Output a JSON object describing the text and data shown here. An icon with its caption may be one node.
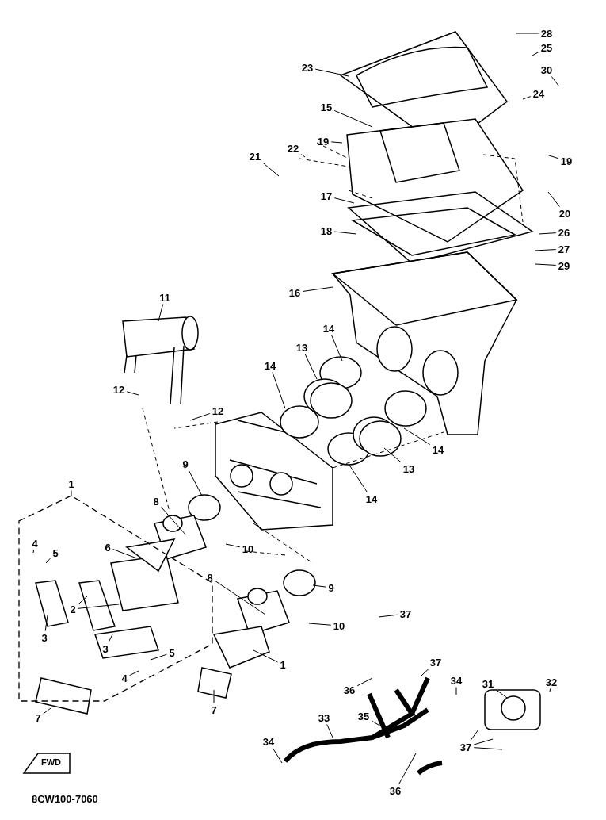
{
  "diagram": {
    "nodes": [
      {
        "text": [
          "28"
        ]
      },
      {
        "text": [
          "25"
        ]
      },
      {
        "text": [
          "23"
        ]
      },
      {
        "text": [
          "30"
        ]
      },
      {
        "text": [
          "24"
        ]
      },
      {
        "text": [
          "15"
        ]
      },
      {
        "text": [
          "19"
        ]
      },
      {
        "text": [
          "22"
        ]
      },
      {
        "text": [
          "21"
        ]
      },
      {
        "text": [
          "19"
        ]
      },
      {
        "text": [
          "17"
        ]
      },
      {
        "text": [
          "20"
        ]
      },
      {
        "text": [
          "18"
        ]
      },
      {
        "text": [
          "26"
        ]
      },
      {
        "text": [
          "27"
        ]
      },
      {
        "text": [
          "29"
        ]
      },
      {
        "text": [
          "16"
        ]
      },
      {
        "text": [
          "11"
        ]
      },
      {
        "text": [
          "14"
        ]
      },
      {
        "text": [
          "13"
        ]
      },
      {
        "text": [
          "14"
        ]
      },
      {
        "text": [
          "12"
        ]
      },
      {
        "text": [
          "12"
        ]
      },
      {
        "text": [
          "14"
        ]
      },
      {
        "text": [
          "9"
        ]
      },
      {
        "text": [
          "13"
        ]
      },
      {
        "text": [
          "1"
        ]
      },
      {
        "text": [],
        "shape": "box"
      },
      {
        "text": [
          "14"
        ]
      },
      {
        "text": [
          "8"
        ]
      },
      {
        "text": [
          "4"
        ],
        "in": 27
      },
      {
        "text": [
          "6"
        ],
        "in": 27
      },
      {
        "text": [
          "10"
        ]
      },
      {
        "text": [
          "5"
        ],
        "in": 27
      },
      {
        "text": [
          "8"
        ]
      },
      {
        "text": [
          "9"
        ]
      },
      {
        "text": [
          "2"
        ],
        "in": 27
      },
      {
        "text": [
          "37"
        ]
      },
      {
        "text": [
          "10"
        ]
      },
      {
        "text": [
          "3"
        ],
        "in": 27
      },
      {
        "text": [
          "3"
        ],
        "in": 27
      },
      {
        "text": [
          "5"
        ],
        "in": 27
      },
      {
        "text": [
          "37"
        ]
      },
      {
        "text": [
          "1"
        ]
      },
      {
        "text": [
          "4"
        ],
        "in": 27
      },
      {
        "text": [
          "32"
        ]
      },
      {
        "text": [
          "31"
        ]
      },
      {
        "text": [
          "34"
        ]
      },
      {
        "text": [
          "36"
        ]
      },
      {
        "text": [
          "7"
        ]
      },
      {
        "text": [
          "35"
        ]
      },
      {
        "text": [
          "33"
        ]
      },
      {
        "text": [
          "7"
        ]
      },
      {
        "text": [
          "34"
        ]
      },
      {
        "text": [
          "37"
        ]
      },
      {
        "text": [
          "36"
        ]
      }
    ],
    "edges": [
      {
        "from": 0,
        "to": null,
        "arrow": "none"
      },
      {
        "from": 1,
        "to": null,
        "arrow": "none"
      },
      {
        "from": 2,
        "to": null,
        "arrow": "none"
      },
      {
        "from": 3,
        "to": null,
        "arrow": "none"
      },
      {
        "from": 4,
        "to": null,
        "arrow": "none"
      },
      {
        "from": 5,
        "to": null,
        "arrow": "none"
      },
      {
        "from": 6,
        "to": null,
        "arrow": "none"
      },
      {
        "from": 7,
        "to": null,
        "arrow": "none"
      },
      {
        "from": 8,
        "to": null,
        "arrow": "none"
      },
      {
        "from": 9,
        "to": null,
        "arrow": "none"
      },
      {
        "from": 10,
        "to": null,
        "arrow": "none"
      },
      {
        "from": 11,
        "to": null,
        "arrow": "none"
      },
      {
        "from": 12,
        "to": null,
        "arrow": "none"
      },
      {
        "from": 13,
        "to": null,
        "arrow": "none"
      },
      {
        "from": 14,
        "to": null,
        "arrow": "none"
      },
      {
        "from": 15,
        "to": null,
        "arrow": "none"
      },
      {
        "from": 16,
        "to": null,
        "arrow": "none"
      },
      {
        "from": 17,
        "to": null,
        "arrow": "none"
      },
      {
        "from": 18,
        "to": null,
        "arrow": "none"
      },
      {
        "from": 19,
        "to": null,
        "arrow": "none"
      },
      {
        "from": 20,
        "to": null,
        "arrow": "none"
      },
      {
        "from": 21,
        "to": null,
        "arrow": "none"
      },
      {
        "from": 22,
        "to": null,
        "arrow": "none"
      },
      {
        "from": 23,
        "to": null,
        "arrow": "none"
      },
      {
        "from": 24,
        "to": null,
        "arrow": "none"
      },
      {
        "from": 25,
        "to": null,
        "arrow": "none"
      },
      {
        "from": 26,
        "to": 27,
        "arrow": "none"
      },
      {
        "from": 28,
        "to": null,
        "arrow": "none"
      },
      {
        "from": 29,
        "to": null,
        "arrow": "none"
      },
      {
        "from": 30,
        "to": null,
        "arrow": "none"
      },
      {
        "from": 31,
        "to": null,
        "arrow": "none"
      },
      {
        "from": 32,
        "to": null,
        "arrow": "none"
      },
      {
        "from": 33,
        "to": null,
        "arrow": "none"
      },
      {
        "from": 34,
        "to": null,
        "arrow": "none"
      },
      {
        "from": 35,
        "to": null,
        "arrow": "none"
      },
      {
        "from": 36,
        "to": null,
        "arrow": "none"
      },
      {
        "from": 36,
        "to": null,
        "arrow": "none"
      },
      {
        "from": 37,
        "to": null,
        "arrow": "none"
      },
      {
        "from": 38,
        "to": null,
        "arrow": "none"
      },
      {
        "from": 39,
        "to": null,
        "arrow": "none"
      },
      {
        "from": 40,
        "to": null,
        "arrow": "none"
      },
      {
        "from": 41,
        "to": null,
        "arrow": "none"
      },
      {
        "from": 42,
        "to": null,
        "arrow": "none"
      },
      {
        "from": 43,
        "to": null,
        "arrow": "none"
      },
      {
        "from": 44,
        "to": null,
        "arrow": "none"
      },
      {
        "from": 45,
        "to": null,
        "arrow": "none"
      },
      {
        "from": 46,
        "to": null,
        "arrow": "none"
      },
      {
        "from": 47,
        "to": null,
        "arrow": "none"
      },
      {
        "from": 48,
        "to": null,
        "arrow": "none"
      },
      {
        "from": 49,
        "to": null,
        "arrow": "none"
      },
      {
        "from": 50,
        "to": null,
        "arrow": "none"
      },
      {
        "from": 51,
        "to": null,
        "arrow": "none"
      },
      {
        "from": 52,
        "to": null,
        "arrow": "none"
      },
      {
        "from": 53,
        "to": null,
        "arrow": "none"
      },
      {
        "from": 54,
        "to": null,
        "arrow": "none"
      },
      {
        "from": 54,
        "to": null,
        "arrow": "none"
      },
      {
        "from": 54,
        "to": null,
        "arrow": "none"
      },
      {
        "from": 55,
        "to": null,
        "arrow": "none"
      }
    ],
    "labels": [
      "FWD",
      "8CW100-7060"
    ]
  }
}
